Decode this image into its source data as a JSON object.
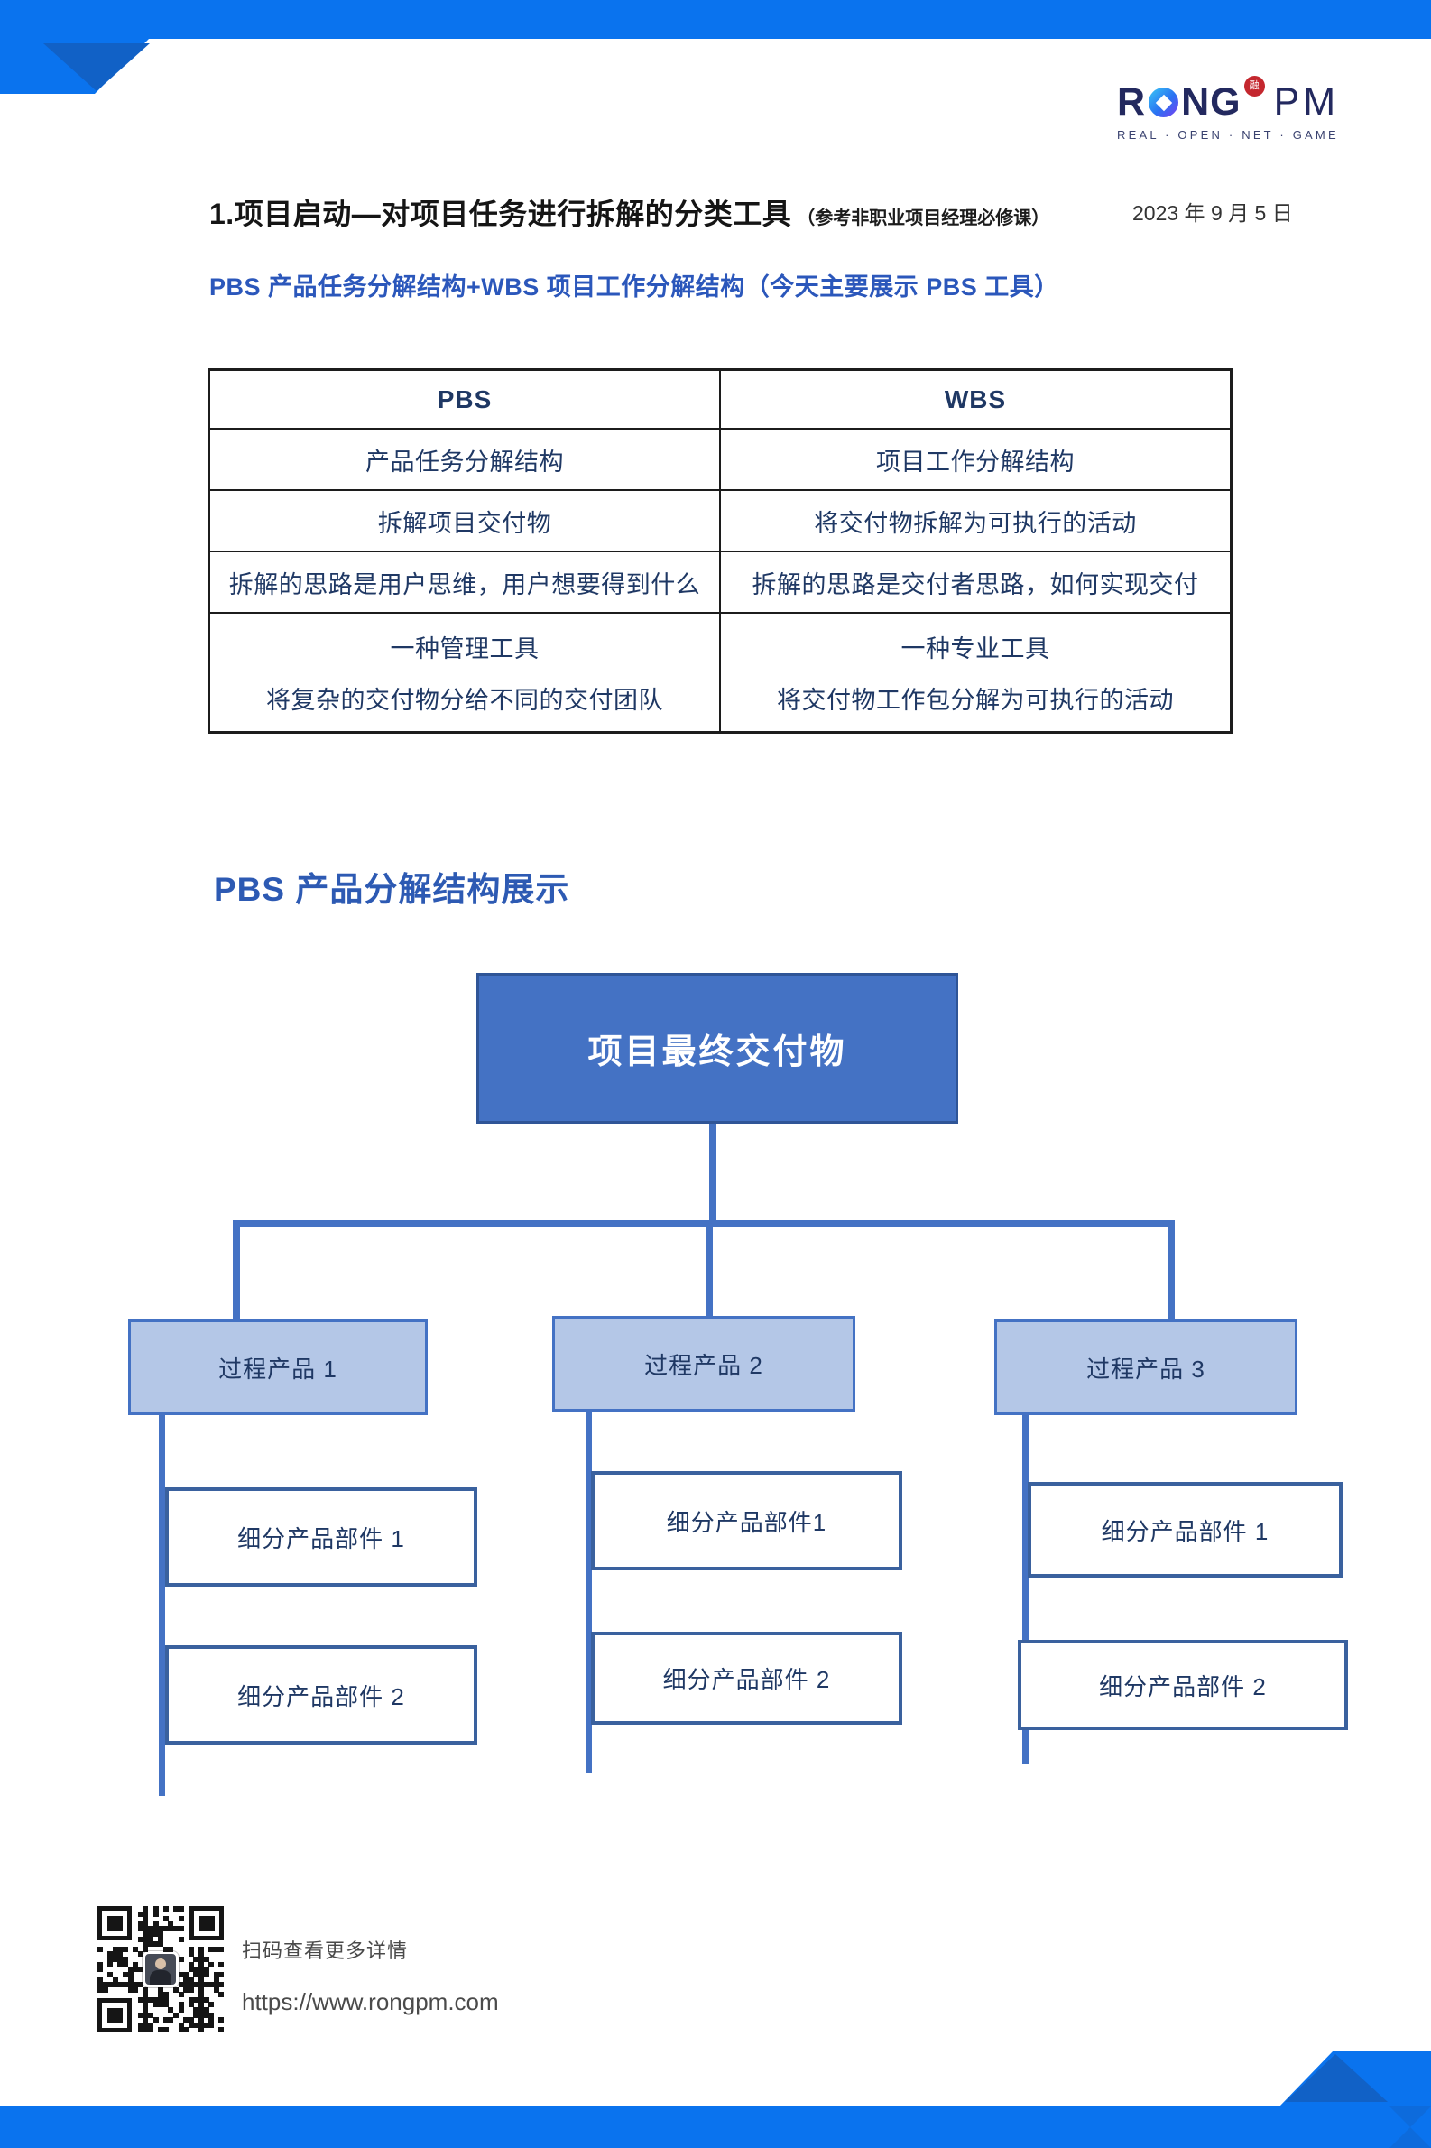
{
  "colors": {
    "accent": "#0a73ee",
    "accent-dark": "#1161c6",
    "navy": "#23295f",
    "badge-red": "#c4272e",
    "title-color": "#151515",
    "date-color": "#333333",
    "subtitle-blue": "#2b57bb",
    "section-blue": "#2d5ab3",
    "table-border": "#1c1c1c",
    "table-text": "#1f3864",
    "node-fill": "#4472c4",
    "node-border": "#2f5597",
    "branch-fill": "#b4c7e7",
    "leaf-border": "#3a619e",
    "connector": "#4472c4",
    "muted-gray": "#4a4a4a"
  },
  "logo": {
    "part1": "R",
    "part2": "NG",
    "badge": "融",
    "pm": "PM",
    "tagline": "REAL · OPEN · NET · GAME"
  },
  "title": {
    "main": "1.项目启动—对项目任务进行拆解的分类工具",
    "note": "（参考非职业项目经理必修课）",
    "date": "2023 年 9 月 5 日"
  },
  "subtitle": "PBS 产品任务分解结构+WBS 项目工作分解结构（今天主要展示 PBS 工具）",
  "comparison_table": {
    "headers": [
      "PBS",
      "WBS"
    ],
    "rows": [
      [
        "产品任务分解结构",
        "项目工作分解结构"
      ],
      [
        "拆解项目交付物",
        "将交付物拆解为可执行的活动"
      ],
      [
        "拆解的思路是用户思维，用户想要得到什么",
        "拆解的思路是交付者思路，如何实现交付"
      ]
    ],
    "last_row": {
      "pbs": [
        "一种管理工具",
        "将复杂的交付物分给不同的交付团队"
      ],
      "wbs": [
        "一种专业工具",
        "将交付物工作包分解为可执行的活动"
      ]
    }
  },
  "section_title": "PBS 产品分解结构展示",
  "pbs_tree": {
    "root": "项目最终交付物",
    "branches": [
      {
        "label": "过程产品 1",
        "children": [
          "细分产品部件 1",
          "细分产品部件 2"
        ]
      },
      {
        "label": "过程产品 2",
        "children": [
          "细分产品部件1",
          "细分产品部件 2"
        ]
      },
      {
        "label": "过程产品 3",
        "children": [
          "细分产品部件 1",
          "细分产品部件 2"
        ]
      }
    ]
  },
  "footer": {
    "qr_caption": "扫码查看更多详情",
    "url": "https://www.rongpm.com"
  }
}
